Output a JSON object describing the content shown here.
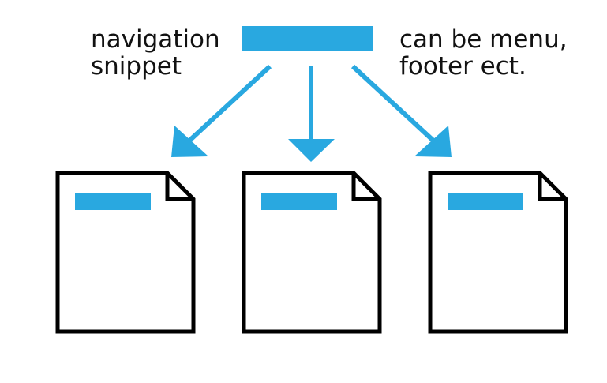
{
  "captions": {
    "left": [
      "navigation",
      "snippet"
    ],
    "right": [
      "can be menu,",
      "footer ect."
    ]
  },
  "colors": {
    "accent": "#29a8e0",
    "outline": "#000000",
    "text": "#111111",
    "background": "#ffffff"
  },
  "diagram": {
    "source": "navigation-snippet",
    "targets": [
      "page-1",
      "page-2",
      "page-3"
    ]
  }
}
